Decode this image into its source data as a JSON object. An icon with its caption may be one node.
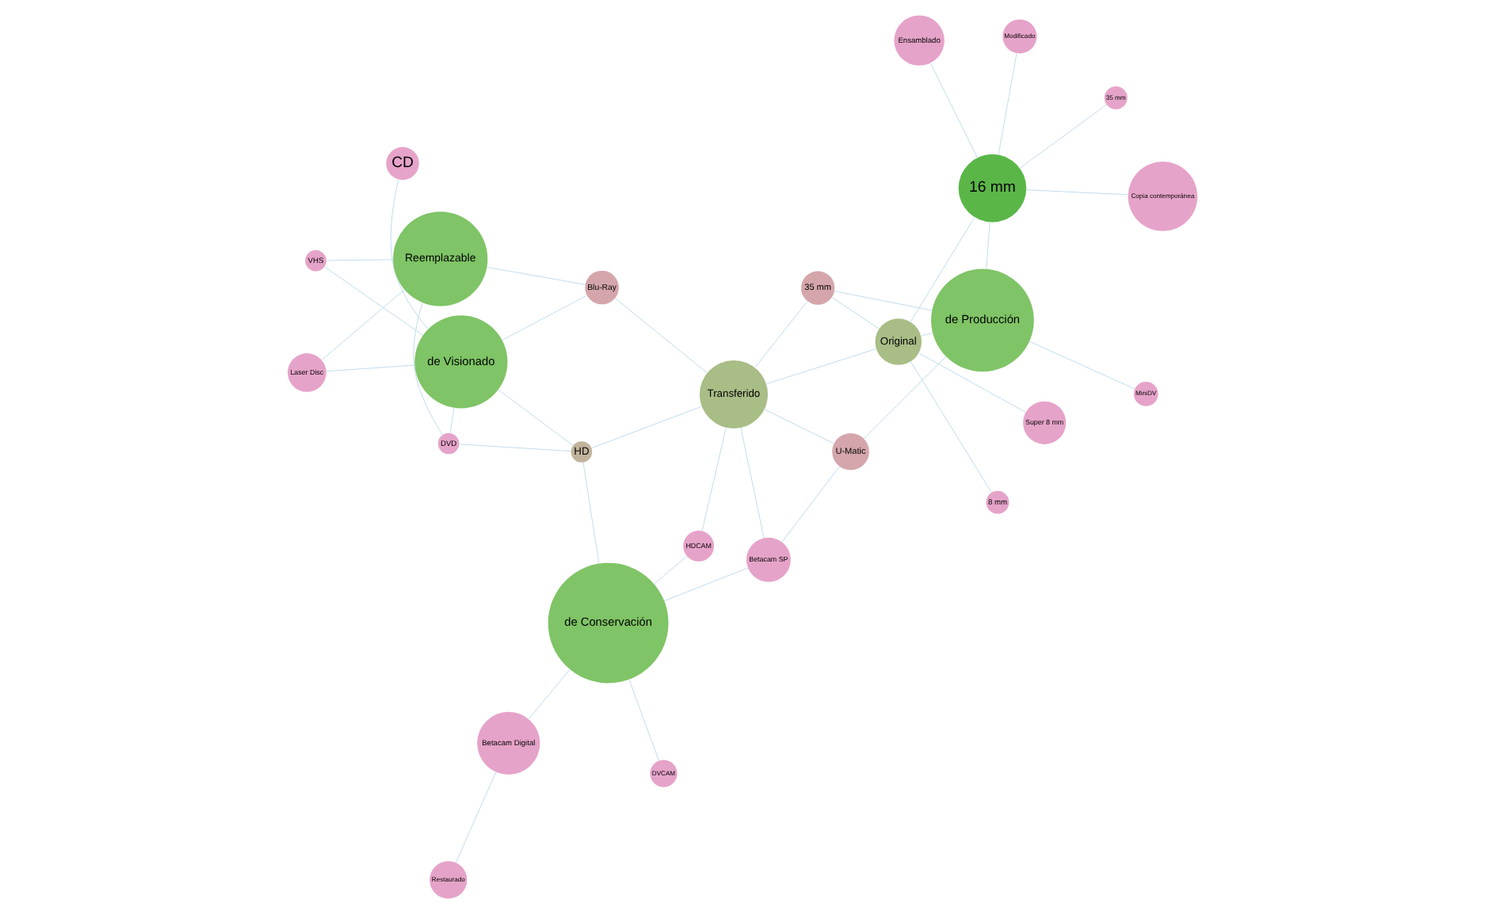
{
  "diagram": {
    "nodes": [
      {
        "text": [
          "Restaurado"
        ]
      },
      {
        "text": [
          "Betacam Digital"
        ]
      },
      {
        "text": [
          "DVCAM"
        ]
      },
      {
        "text": [
          "de Conservación"
        ]
      },
      {
        "text": [
          "Betacam SP"
        ]
      },
      {
        "text": [
          "HD"
        ]
      },
      {
        "text": [
          "HDCAM"
        ]
      },
      {
        "text": [
          "Copia contemporánea"
        ]
      },
      {
        "text": [
          "MiniDV"
        ]
      },
      {
        "text": [
          "U-Matic"
        ]
      },
      {
        "text": [
          "de Visionado"
        ]
      },
      {
        "text": [
          "Ensamblado"
        ]
      },
      {
        "text": [
          "de Producción"
        ]
      },
      {
        "text": [
          "Transferido"
        ]
      },
      {
        "text": [
          "CD"
        ]
      },
      {
        "text": [
          "Blu-Ray"
        ]
      },
      {
        "text": [
          "DVD"
        ]
      },
      {
        "text": [
          "16 mm"
        ]
      },
      {
        "text": [
          "Laser Disc"
        ]
      },
      {
        "text": [
          "Modificado"
        ]
      },
      {
        "text": [
          "35 mm"
        ]
      },
      {
        "text": [
          "Reemplazable"
        ]
      },
      {
        "text": [
          "Original"
        ]
      },
      {
        "text": [
          "35 mm"
        ]
      },
      {
        "text": [
          "VHS"
        ]
      },
      {
        "text": [
          "8 mm"
        ]
      },
      {
        "text": [
          "Super 8 mm"
        ]
      }
    ],
    "edges": [
      {
        "from": 0,
        "to": 1,
        "arrow": "none"
      },
      {
        "from": 1,
        "to": 3,
        "arrow": "none"
      },
      {
        "from": 2,
        "to": 3,
        "arrow": "none"
      },
      {
        "from": 4,
        "to": 3,
        "arrow": "none"
      },
      {
        "from": 6,
        "to": 3,
        "arrow": "none"
      },
      {
        "from": 5,
        "to": 3,
        "arrow": "none"
      },
      {
        "from": 4,
        "to": 9,
        "arrow": "none"
      },
      {
        "from": 4,
        "to": 13,
        "arrow": "none"
      },
      {
        "from": 6,
        "to": 13,
        "arrow": "none"
      },
      {
        "from": 5,
        "to": 13,
        "arrow": "none"
      },
      {
        "from": 5,
        "to": 10,
        "arrow": "none"
      },
      {
        "from": 5,
        "to": 16,
        "arrow": "none"
      },
      {
        "from": 9,
        "to": 13,
        "arrow": "none"
      },
      {
        "from": 9,
        "to": 12,
        "arrow": "none"
      },
      {
        "from": 8,
        "to": 12,
        "arrow": "none"
      },
      {
        "from": 7,
        "to": 17,
        "arrow": "none"
      },
      {
        "from": 11,
        "to": 17,
        "arrow": "none"
      },
      {
        "from": 19,
        "to": 17,
        "arrow": "none"
      },
      {
        "from": 23,
        "to": 17,
        "arrow": "none"
      },
      {
        "from": 17,
        "to": 12,
        "arrow": "none"
      },
      {
        "from": 17,
        "to": 22,
        "arrow": "none"
      },
      {
        "from": 12,
        "to": 22,
        "arrow": "none"
      },
      {
        "from": 12,
        "to": 20,
        "arrow": "none"
      },
      {
        "from": 22,
        "to": 20,
        "arrow": "none"
      },
      {
        "from": 22,
        "to": 25,
        "arrow": "none"
      },
      {
        "from": 22,
        "to": 26,
        "arrow": "none"
      },
      {
        "from": 20,
        "to": 13,
        "arrow": "none"
      },
      {
        "from": 22,
        "to": 13,
        "arrow": "none"
      },
      {
        "from": 13,
        "to": 15,
        "arrow": "none"
      },
      {
        "from": 15,
        "to": 10,
        "arrow": "none"
      },
      {
        "from": 15,
        "to": 21,
        "arrow": "none"
      },
      {
        "from": 16,
        "to": 10,
        "arrow": "none"
      },
      {
        "from": 16,
        "to": 21,
        "arrow": "none"
      },
      {
        "from": 14,
        "to": 10,
        "arrow": "none"
      },
      {
        "from": 18,
        "to": 10,
        "arrow": "none"
      },
      {
        "from": 18,
        "to": 21,
        "arrow": "none"
      },
      {
        "from": 24,
        "to": 21,
        "arrow": "none"
      },
      {
        "from": 24,
        "to": 10,
        "arrow": "none"
      }
    ]
  }
}
